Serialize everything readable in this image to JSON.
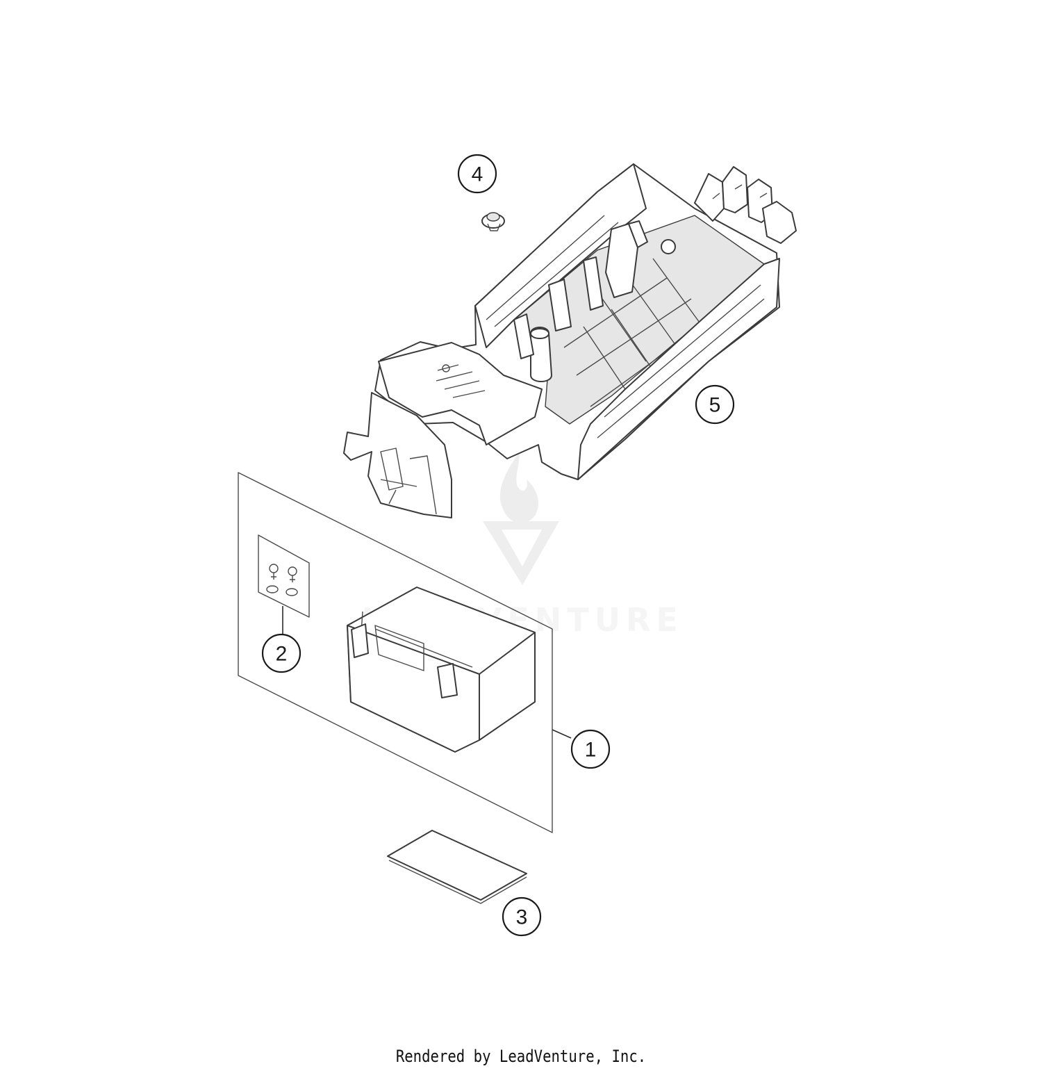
{
  "callouts": {
    "c1": "1",
    "c2": "2",
    "c3": "3",
    "c4": "4",
    "c5": "5"
  },
  "watermark": "LEADVENTURE",
  "footer": "Rendered by LeadVenture, Inc."
}
